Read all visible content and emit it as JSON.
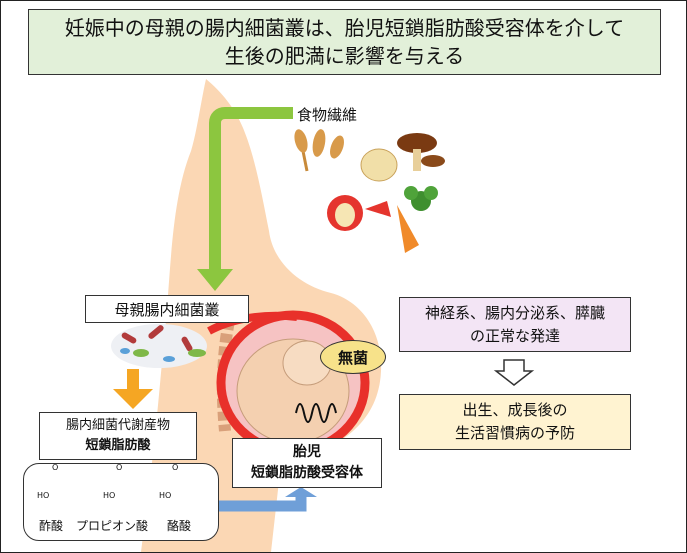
{
  "title": {
    "line1": "妊娠中の母親の腸内細菌叢は、胎児短鎖脂肪酸受容体を介して",
    "line2": "生後の肥満に影響を与える"
  },
  "dietary_fiber": "食物繊維",
  "maternal_microbiota": "母親腸内細菌叢",
  "metabolites": {
    "line1": "腸内細菌代謝産物",
    "line2": "短鎖脂肪酸"
  },
  "acids": [
    "酢酸",
    "プロピオン酸",
    "酪酸"
  ],
  "chem_labels": {
    "hydroxyl": "HO",
    "oxygen": "O"
  },
  "sterile": "無菌",
  "fetal_receptor": {
    "line1": "胎児",
    "line2": "短鎖脂肪酸受容体"
  },
  "development": {
    "line1": "神経系、腸内分泌系、膵臓",
    "line2": "の正常な発達"
  },
  "lifestyle": {
    "line1": "出生、成長後の",
    "line2": "生活習慣病の予防"
  },
  "colors": {
    "title_bg": "#e2f0d9",
    "skin": "#fbd7b4",
    "green_arrow": "#8cc63f",
    "orange_arrow": "#f5a623",
    "blue_arrow": "#6f9fd8",
    "uterus_red": "#e8302a",
    "sterile_bg": "#f7e28a",
    "development_bg": "#f3e5f5",
    "lifestyle_bg": "#fff3d1"
  }
}
